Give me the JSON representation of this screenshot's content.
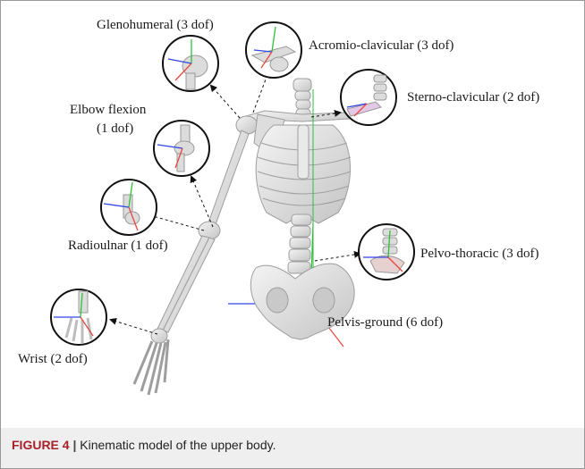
{
  "labels": {
    "glenohumeral": "Glenohumeral (3 dof)",
    "acromio": "Acromio-clavicular (3 dof)",
    "sterno": "Sterno-clavicular (2 dof)",
    "elbow_line1": "Elbow flexion",
    "elbow_line2": "(1 dof)",
    "radioulnar": "Radioulnar (1 dof)",
    "pelvo": "Pelvo-thoracic (3 dof)",
    "pelvis": "Pelvis-ground (6 dof)",
    "wrist": "Wrist (2 dof)"
  },
  "caption": {
    "label": "FIGURE 4",
    "separator": " | ",
    "text": "Kinematic model of the upper body."
  },
  "colors": {
    "axis_x": "#e8473c",
    "axis_y": "#2fbf3a",
    "axis_z": "#2e46e0",
    "bone": "#d9d9d9",
    "bone_edge": "#9e9e9e",
    "caption_label": "#a8202a"
  }
}
